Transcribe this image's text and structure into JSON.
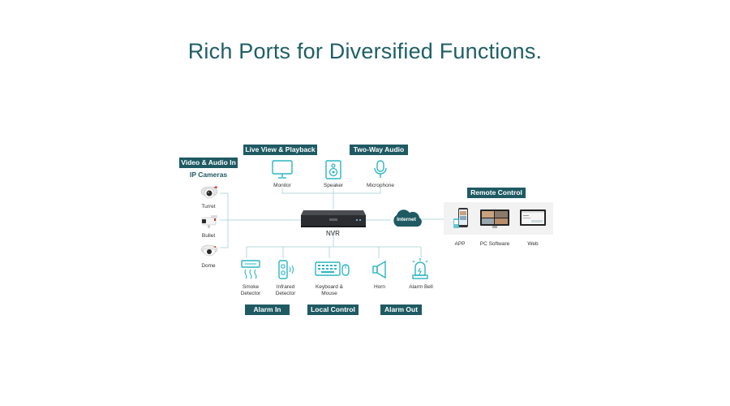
{
  "title": "Rich Ports for Diversified Functions.",
  "groups": {
    "video_audio_in": "Video & Audio In",
    "live_view": "Live View & Playback",
    "two_way_audio": "Two-Way Audio",
    "remote_control": "Remote Control",
    "alarm_in": "Alarm In",
    "local_control": "Local Control",
    "alarm_out": "Alarm Out"
  },
  "ip_cameras": {
    "heading": "IP Cameras",
    "turret": "Turret",
    "bullet": "Bullet",
    "dome": "Dome"
  },
  "outputs": {
    "monitor": "Monitor",
    "speaker": "Speaker",
    "microphone": "Microphone"
  },
  "nvr": "NVR",
  "internet": "Internet",
  "remote": {
    "app": "APP",
    "pc": "PC Software",
    "web": "Web"
  },
  "bottom": {
    "smoke_1": "Smoke",
    "smoke_2": "Detector",
    "infrared_1": "Infrared",
    "infrared_2": "Detector",
    "keyboard_1": "Keyboard &",
    "keyboard_2": "Mouse",
    "horn": "Horn",
    "alarm_bell": "Alarm Bell"
  },
  "colors": {
    "accent": "#1f5a63",
    "icon": "#2bb5c4",
    "line": "#b9d9dc"
  }
}
